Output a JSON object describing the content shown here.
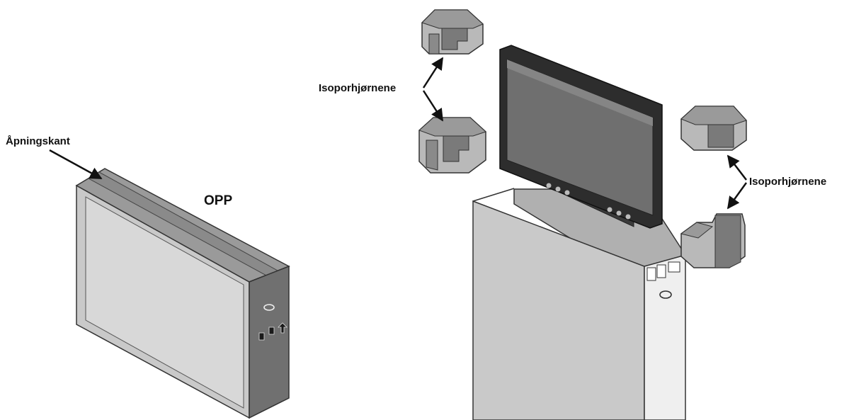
{
  "labels": {
    "opening_edge": "Åpningskant",
    "up": "OPP",
    "foam_corners_left": "Isoporhjørnene",
    "foam_corners_right": "Isoporhjørnene"
  },
  "colors": {
    "box_front": "#c9c9c9",
    "box_side": "#707070",
    "box_top": "#9a9a9a",
    "foam_light": "#b9b9b9",
    "foam_dark": "#7a7a7a",
    "screen": "#6f6f6f",
    "bezel": "#2d2d2d",
    "outline": "#333333"
  }
}
